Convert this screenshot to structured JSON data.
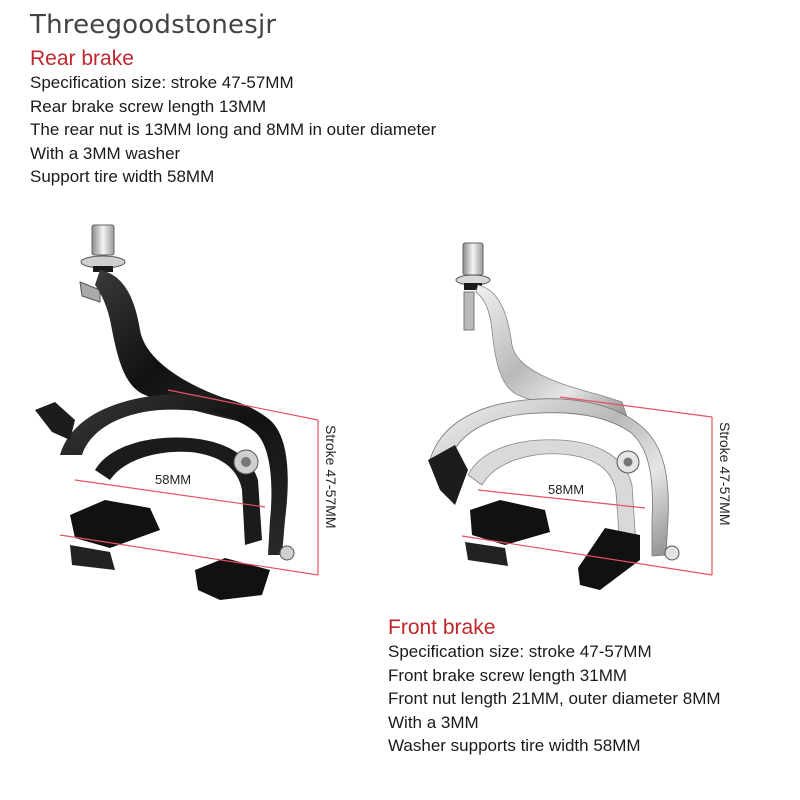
{
  "brand": "Threegoodstonesjr",
  "colors": {
    "accent_red": "#c0272d",
    "measure_line": "#e6525f",
    "text": "#1a1a1a",
    "brand_gray": "#444444"
  },
  "rear": {
    "title": "Rear brake",
    "specs": [
      "Specification size: stroke 47-57MM",
      "Rear brake screw length 13MM",
      "The rear nut is 13MM long and 8MM in outer diameter",
      "With a 3MM washer",
      "Support tire width 58MM"
    ],
    "width_label": "58MM",
    "stroke_label": "Stroke 47-57MM",
    "finish": "black"
  },
  "front": {
    "title": "Front brake",
    "specs": [
      "Specification size: stroke 47-57MM",
      "Front brake screw length 31MM",
      "Front nut length 21MM, outer diameter 8MM",
      "With a 3MM",
      "Washer supports tire width 58MM"
    ],
    "width_label": "58MM",
    "stroke_label": "Stroke 47-57MM",
    "finish": "silver"
  }
}
